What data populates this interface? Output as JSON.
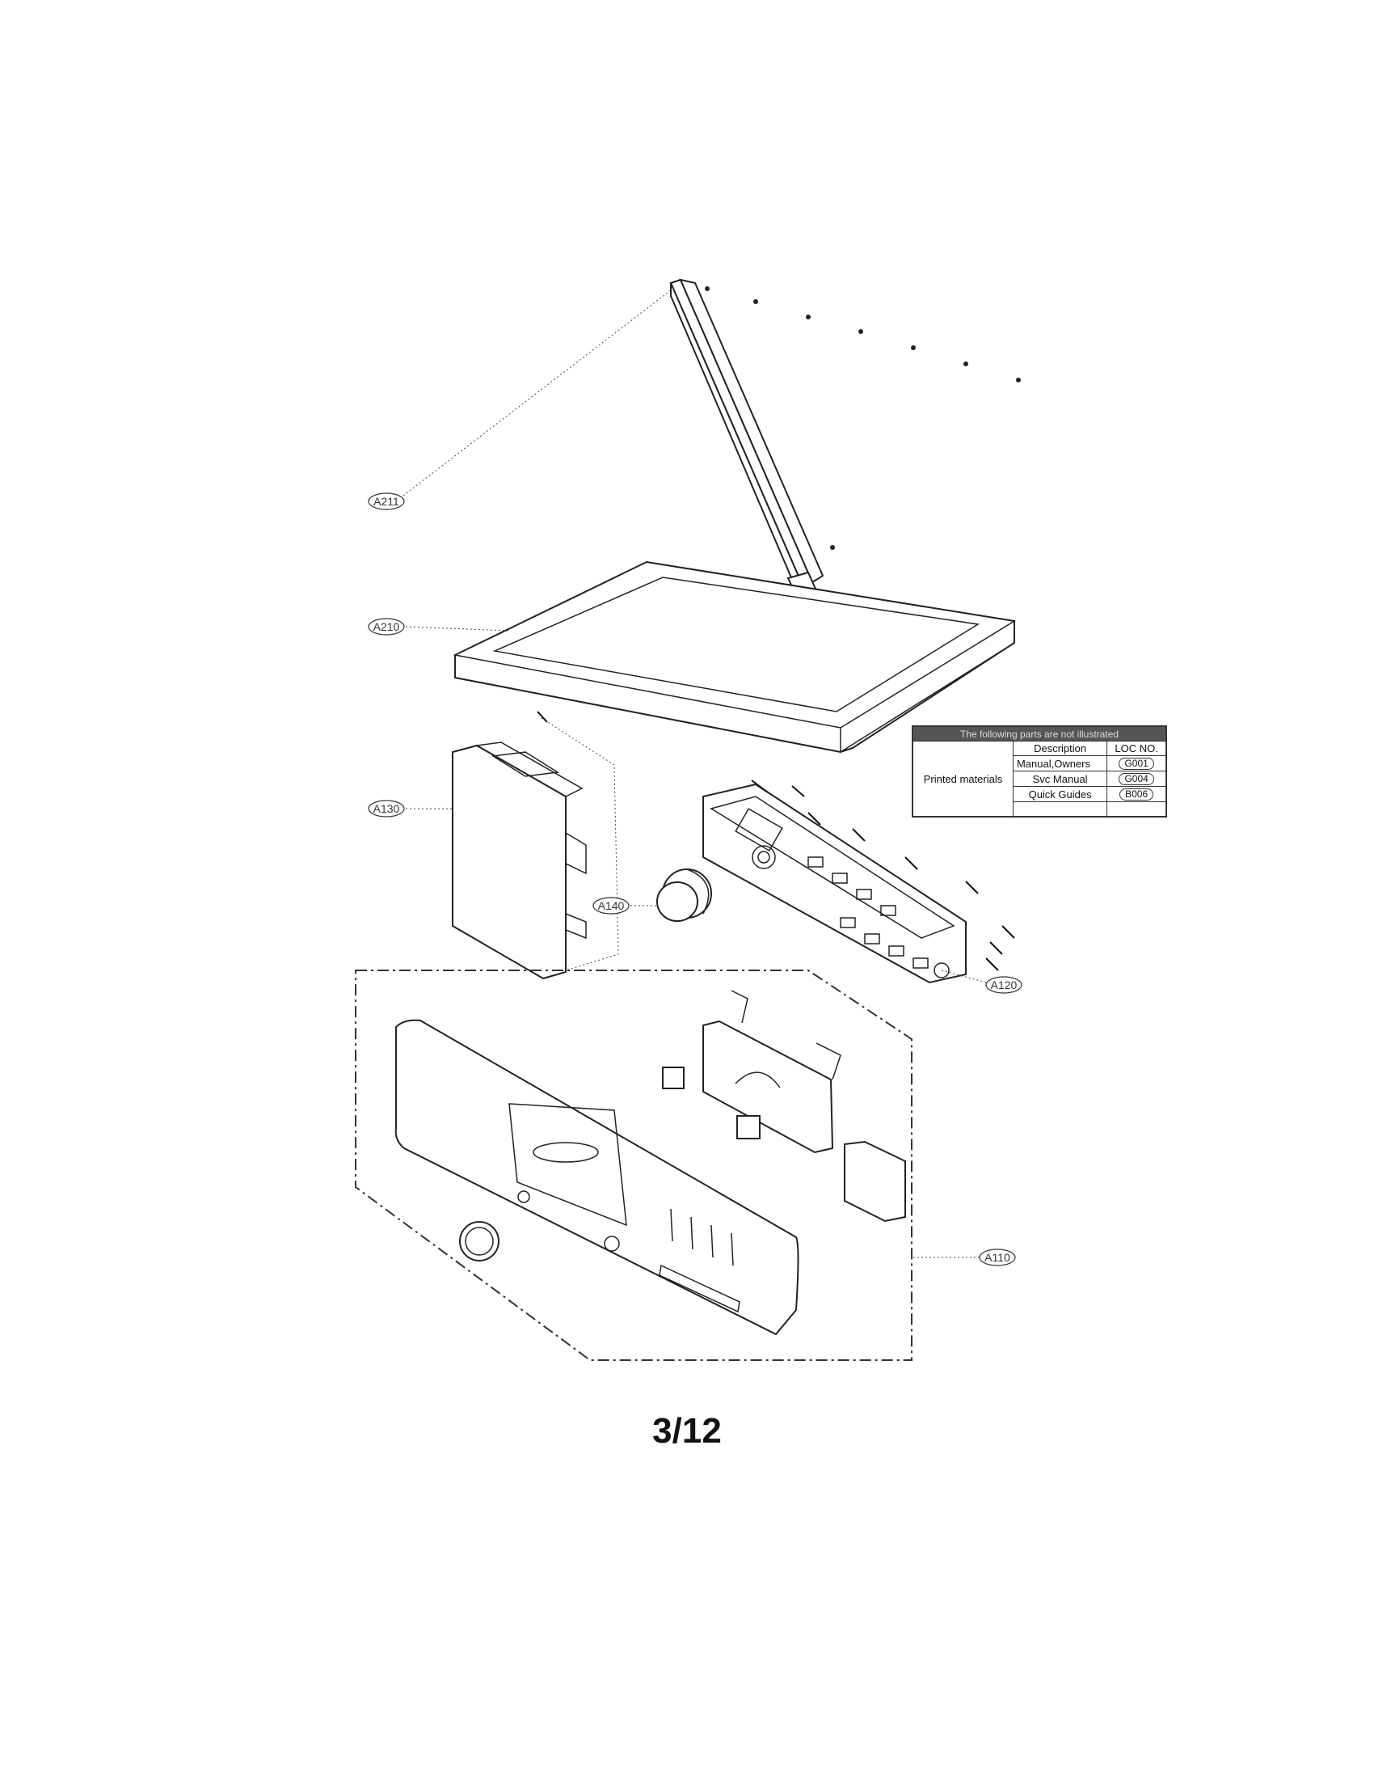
{
  "callouts": {
    "a211": "A211",
    "a210": "A210",
    "a130": "A130",
    "a140": "A140",
    "a120": "A120",
    "a110": "A110"
  },
  "not_illustrated": {
    "header": "The following parts are not illustrated",
    "col_description": "Description",
    "col_loc": "LOC NO.",
    "group": "Printed materials",
    "rows": [
      {
        "description": "Manual,Owners",
        "loc": "G001"
      },
      {
        "description": "Svc Manual",
        "loc": "G004"
      },
      {
        "description": "Quick Guides",
        "loc": "B006"
      }
    ]
  },
  "page_number": "3/12"
}
